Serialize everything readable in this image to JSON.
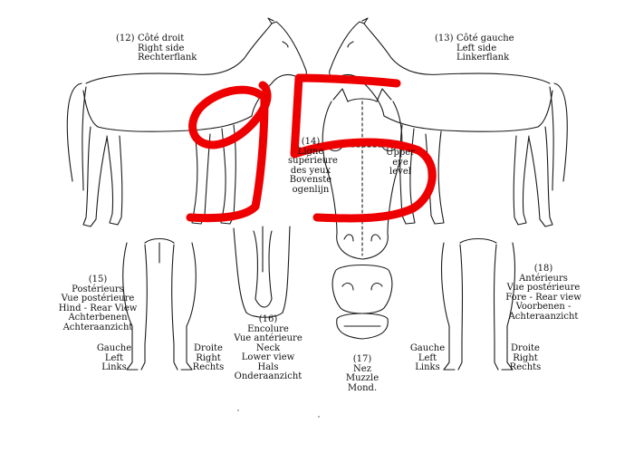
{
  "right_side": {
    "number": "(12)",
    "lines": [
      "Côté droit",
      "Right side",
      "Rechterflank"
    ]
  },
  "left_side": {
    "number": "(13)",
    "lines": [
      "Côté gauche",
      "Left side",
      "Linkerflank"
    ]
  },
  "head_front": {
    "number": "(14)",
    "lines": [
      "Ligne",
      "supérieure",
      "des yeux",
      "Bovenste",
      "ogenlijn"
    ]
  },
  "upper_eye": {
    "lines": [
      "Upper",
      "eye",
      "level"
    ]
  },
  "hind_view": {
    "number": "(15)",
    "lines": [
      "Postérieurs",
      "Vue postérieure",
      "Hind - Rear View",
      "Achterbenen",
      "Achteraanzicht"
    ]
  },
  "hind_left": {
    "lines": [
      "Gauche",
      "Left",
      "Links"
    ]
  },
  "hind_right": {
    "lines": [
      "Droite",
      "Right",
      "Rechts"
    ]
  },
  "neck_view": {
    "number": "(16)",
    "lines": [
      "Encolure",
      "Vue antérieure",
      "Neck",
      "Lower view",
      "Hals",
      "Onderaanzicht"
    ]
  },
  "muzzle_view": {
    "number": "(17)",
    "lines": [
      "Nez",
      "Muzzle",
      "Mond."
    ]
  },
  "fore_view": {
    "number": "(18)",
    "lines": [
      "Antérieurs",
      "Vue postérieure",
      "Fore - Rear view",
      "Voorbenen -",
      "Achteraanzicht"
    ]
  },
  "fore_left": {
    "lines": [
      "Gauche",
      "Left",
      "Links"
    ]
  },
  "fore_right": {
    "lines": [
      "Droite",
      "Right",
      "Rechts"
    ]
  },
  "handwritten_number": "95",
  "colors": {
    "ink": "#1a1a1a",
    "marker": "#ee0000",
    "paper": "#ffffff"
  }
}
